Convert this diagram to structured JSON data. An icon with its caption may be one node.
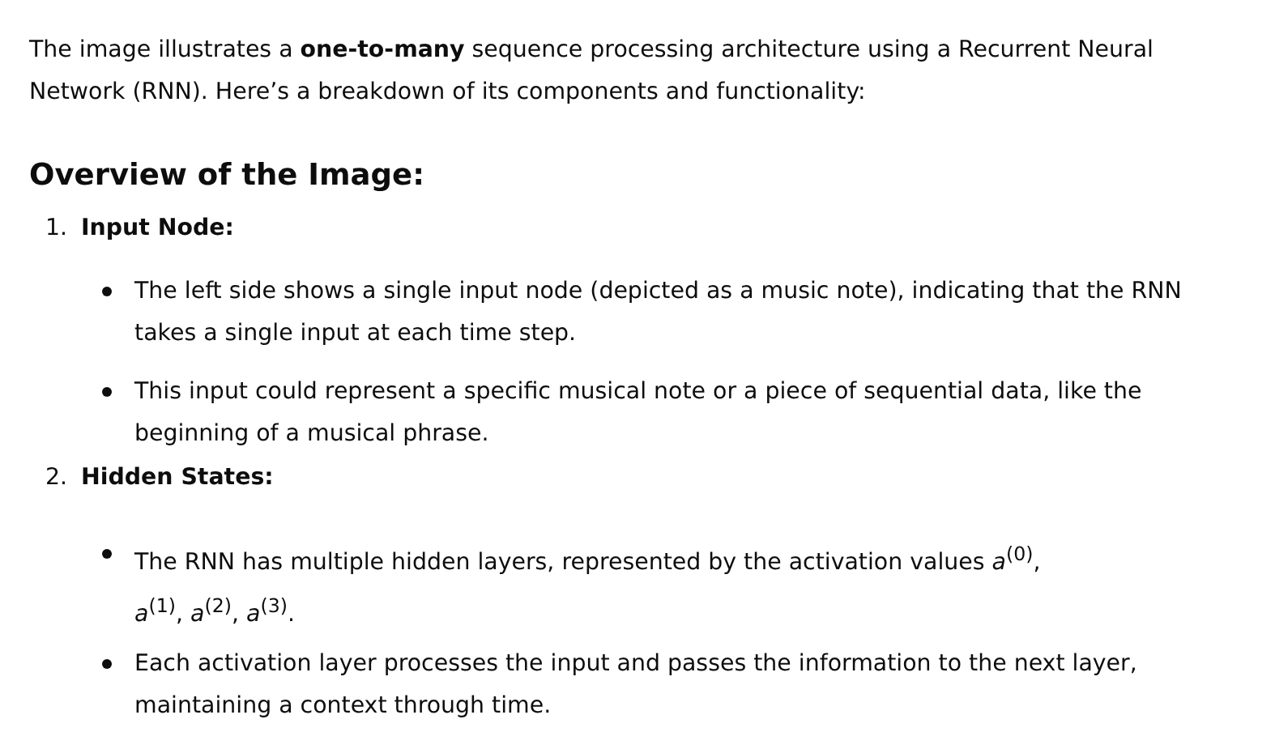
{
  "diagram": {
    "labels": [
      "The image illustrates a **one-to-many** sequence processing architecture using a Recurrent Neural Network (RNN). Here’s a breakdown of its components and functionality:",
      "Overview of the Image:",
      "1.",
      "Input Node:",
      "The left side shows a single input node (depicted as a music note), indicating that the RNN takes a single input at each time step.",
      "This input could represent a specific musical note or a piece of sequential data, like the beginning of a musical phrase.",
      "2.",
      "Hidden States:",
      "The RNN has multiple hidden layers, represented by the activation values *a*$^{(0)}$, *a*$^{(1)}$, *a*$^{(2)}$, *a*$^{(3)}$.",
      "Each activation layer processes the input and passes the information to the next layer, maintaining a context through time."
    ]
  }
}
